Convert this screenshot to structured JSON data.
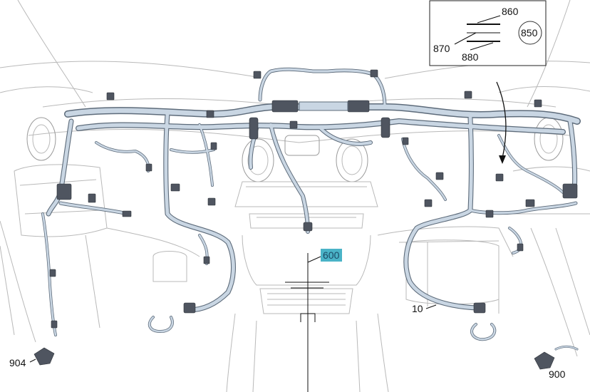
{
  "callouts": {
    "main_harness": "600",
    "harness_right": "10",
    "part_left": "904",
    "part_right": "900"
  },
  "legend": {
    "label_860": "860",
    "label_850": "850",
    "label_870": "870",
    "label_880": "880"
  },
  "colors": {
    "harness_fill": "#c9d6e3",
    "harness_edge": "#5d6b7a",
    "highlight": "#4ab3c7",
    "outline": "#b9b9b9",
    "connector": "#4f5560"
  }
}
